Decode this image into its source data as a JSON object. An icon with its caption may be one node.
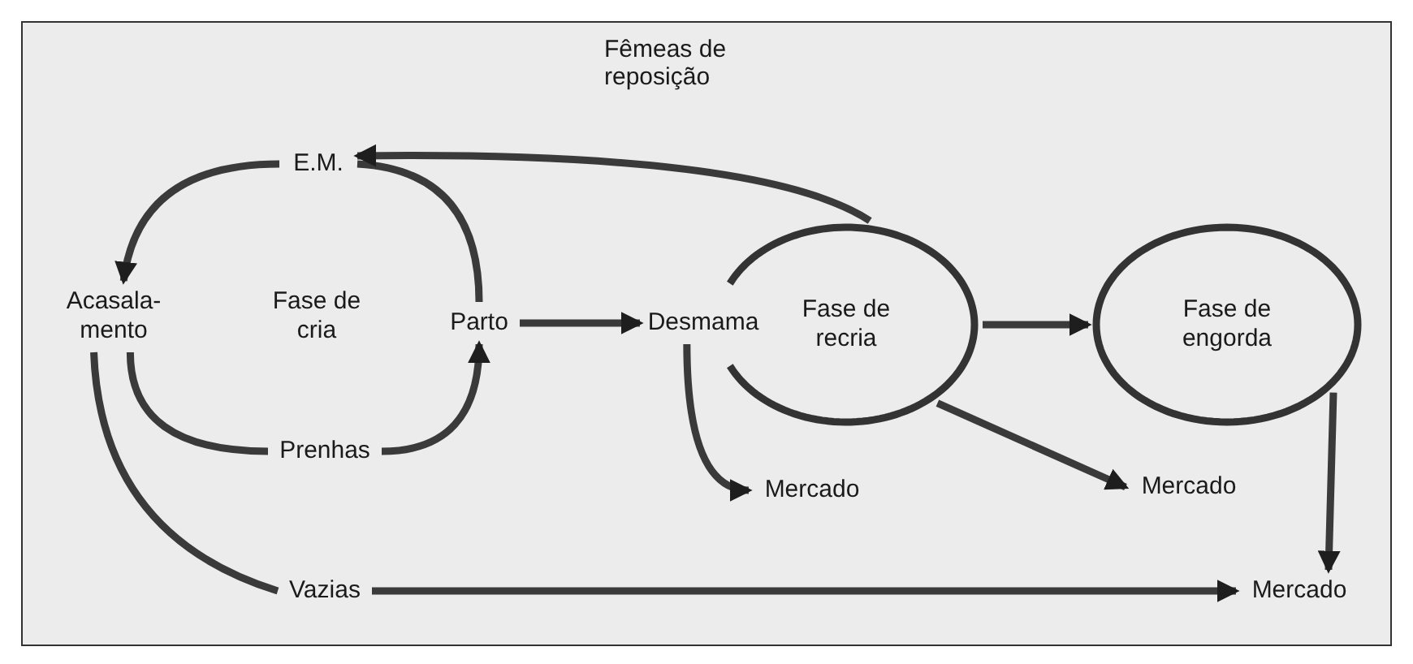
{
  "diagram": {
    "nodes": [
      {
        "text": [
          "E.M."
        ]
      },
      {
        "text": [
          "Acasala- mento"
        ]
      },
      {
        "text": [
          "Prenhas"
        ]
      },
      {
        "text": [
          "Parto"
        ]
      },
      {
        "text": [
          "Desmama"
        ]
      },
      {
        "text": [
          "Fase de recria"
        ]
      },
      {
        "text": [
          "Fase de engorda"
        ]
      },
      {
        "text": [
          "Mercado"
        ]
      },
      {
        "text": [
          "Mercado"
        ]
      },
      {
        "text": [
          "Mercado"
        ]
      },
      {
        "text": [
          "Vazias"
        ]
      }
    ],
    "edges": [
      {
        "from": 0,
        "to": 1,
        "arrow": "to"
      },
      {
        "from": 1,
        "to": 2,
        "arrow": "none"
      },
      {
        "from": 2,
        "to": 3,
        "arrow": "to"
      },
      {
        "from": 3,
        "to": 0,
        "arrow": "none"
      },
      {
        "from": 3,
        "to": 4,
        "arrow": "to"
      },
      {
        "from": 4,
        "to": 7,
        "arrow": "to"
      },
      {
        "from": 5,
        "to": 6,
        "arrow": "to"
      },
      {
        "from": 5,
        "to": 8,
        "arrow": "to"
      },
      {
        "from": 6,
        "to": 9,
        "arrow": "to"
      },
      {
        "from": 5,
        "to": 0,
        "arrow": "to",
        "label": "Fêmeas de reposição"
      },
      {
        "from": 1,
        "to": 10,
        "arrow": "none"
      },
      {
        "from": 10,
        "to": 9,
        "arrow": "to"
      }
    ],
    "labels": [
      "Fase de cria"
    ]
  }
}
